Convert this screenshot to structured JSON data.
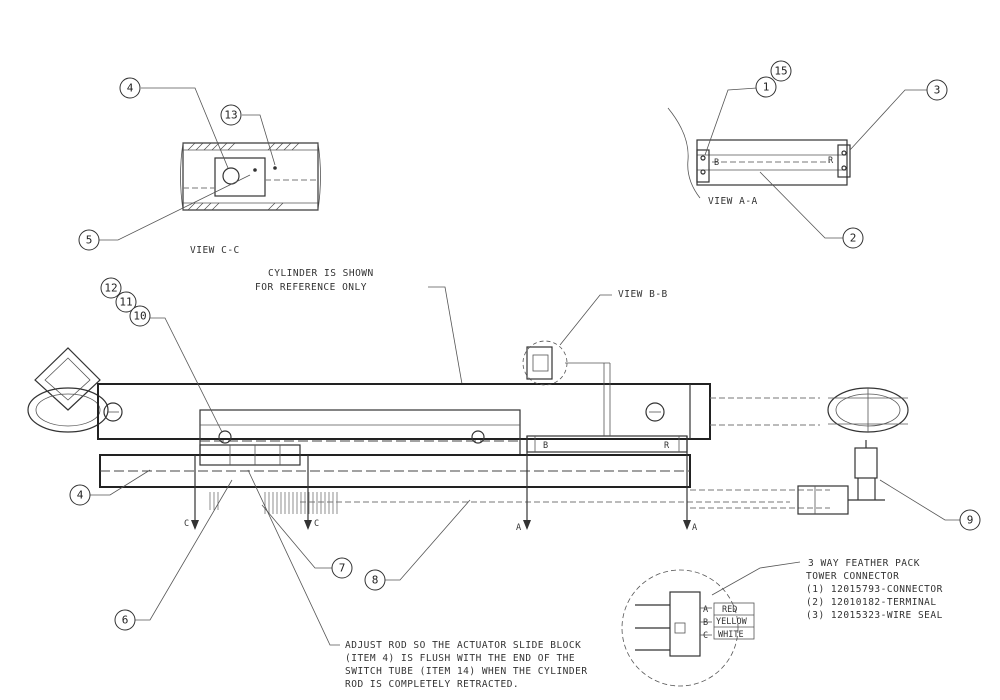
{
  "views": {
    "view_cc": "VIEW C-C",
    "view_aa": "VIEW A-A",
    "view_bb": "VIEW B-B"
  },
  "notes": {
    "cylinder_line1": "CYLINDER IS SHOWN",
    "cylinder_line2": "FOR REFERENCE ONLY",
    "adjust_line1": "ADJUST ROD SO THE ACTUATOR SLIDE BLOCK",
    "adjust_line2": "(ITEM 4) IS FLUSH WITH THE END OF THE",
    "adjust_line3": "SWITCH TUBE (ITEM 14) WHEN THE CYLINDER",
    "adjust_line4": "ROD IS COMPLETELY RETRACTED.",
    "connector_line1": "3 WAY FEATHER PACK",
    "connector_line2": "TOWER CONNECTOR",
    "connector_line3": "(1) 12015793-CONNECTOR",
    "connector_line4": "(2) 12010182-TERMINAL",
    "connector_line5": "(3) 12015323-WIRE SEAL"
  },
  "balloons": {
    "b1": "1",
    "b2": "2",
    "b3": "3",
    "b4a": "4",
    "b4b": "4",
    "b5": "5",
    "b6": "6",
    "b7": "7",
    "b8": "8",
    "b9": "9",
    "b10": "10",
    "b11": "11",
    "b12": "12",
    "b13": "13",
    "b15": "15"
  },
  "section_letters": {
    "a_left": "A",
    "a_right": "A",
    "c_left": "C",
    "c_right": "C",
    "b_left": "B",
    "r_right": "R",
    "bb_b": "B",
    "bb_r": "R"
  },
  "connector_pins": {
    "pin_a": "A",
    "pin_b": "B",
    "pin_c": "C",
    "wire_a": "RED",
    "wire_b": "YELLOW",
    "wire_c": "WHITE"
  }
}
